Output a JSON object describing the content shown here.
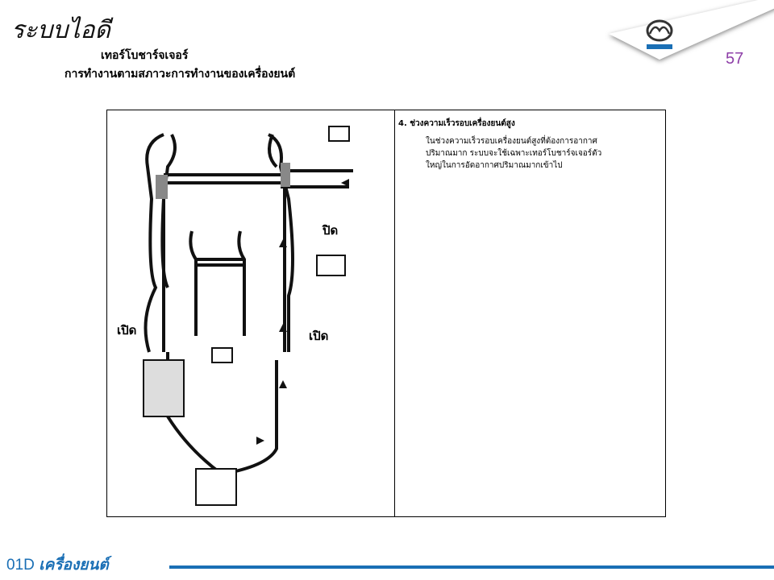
{
  "header": {
    "title": "ระบบไอดี",
    "subtitle1": "เทอร์โบชาร์จเจอร์",
    "subtitle2": "การทำงานตามสภาวะการทำงานของเครื่องยนต์",
    "logo_text": "mazda",
    "page_number": "57"
  },
  "diagram": {
    "labels": {
      "closed": "ปิด",
      "open_left": "เปิด",
      "open_right": "เปิด"
    }
  },
  "description": {
    "heading": "4. ช่วงความเร็วรอบเครื่องยนต์สูง",
    "lines": [
      "ในช่วงความเร็วรอบเครื่องยนต์สูงที่ต้องการอากาศ",
      "ปริมาณมาก ระบบจะใช้เฉพาะเทอร์โบชาร์จเจอร์ตัว",
      "ใหญ่ในการอัดอากาศปริมาณมากเข้าไป"
    ]
  },
  "footer": {
    "code": "01D",
    "title": "เครื่องยนต์"
  },
  "colors": {
    "accent": "#1a6fb5",
    "page_number": "#8e3fa8"
  }
}
